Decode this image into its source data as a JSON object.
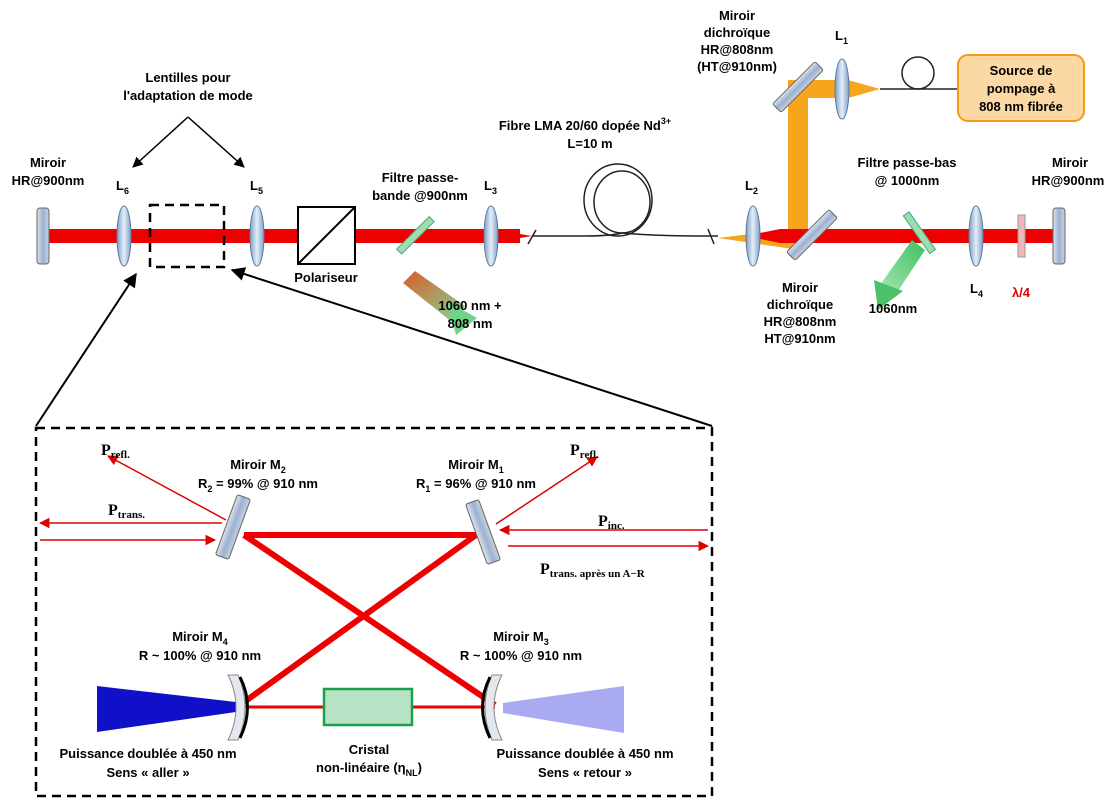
{
  "colors": {
    "beam": "#ee0000",
    "pump": "#f7a51c",
    "source_fill": "#fcd9a4",
    "source_stroke": "#f29a12",
    "lens": "#b8cfe6",
    "crystal_fill": "#b7e2c4",
    "crystal_stroke": "#1aa04a",
    "blue": "#1010c8",
    "light_blue": "#a9aaf2",
    "green": "#4fc06a"
  },
  "labels": {
    "lentilles_1": "Lentilles pour",
    "lentilles_2": "l'adaptation de mode",
    "miroir_left_1": "Miroir",
    "miroir_left_2": "HR@900nm",
    "l6": "L",
    "l6_sub": "6",
    "l5": "L",
    "l5_sub": "5",
    "polariseur": "Polariseur",
    "filtre_bande_1": "Filtre passe-",
    "filtre_bande_2": "bande @900nm",
    "l3": "L",
    "l3_sub": "3",
    "out_1060_808_1": "1060 nm +",
    "out_1060_808_2": "808 nm",
    "fibre_1": "Fibre LMA 20/60 dopée Nd",
    "fibre_1_sup": "3+",
    "fibre_2": "L=10 m",
    "l2": "L",
    "l2_sub": "2",
    "miroir_dich_top_1": "Miroir",
    "miroir_dich_top_2": "dichroïque",
    "miroir_dich_top_3": "HR@808nm",
    "miroir_dich_top_4": "(HT@910nm)",
    "l1": "L",
    "l1_sub": "1",
    "source_1": "Source de",
    "source_2": "pompage à",
    "source_3": "808 nm fibrée",
    "filtre_bas_1": "Filtre passe-bas",
    "filtre_bas_2": "@ 1000nm",
    "miroir_right_1": "Miroir",
    "miroir_right_2": "HR@900nm",
    "miroir_dich_bot_1": "Miroir",
    "miroir_dich_bot_2": "dichroïque",
    "miroir_dich_bot_3": "HR@808nm",
    "miroir_dich_bot_4": "HT@910nm",
    "out_1060": "1060nm",
    "l4": "L",
    "l4_sub": "4",
    "lambda4": "λ/4"
  },
  "cavity": {
    "p_refl_left": "P",
    "p_refl_left_sub": "refl.",
    "p_refl_right": "P",
    "p_refl_right_sub": "refl.",
    "p_trans": "P",
    "p_trans_sub": "trans.",
    "p_inc": "P",
    "p_inc_sub": "inc.",
    "p_trans_ar": "P",
    "p_trans_ar_sub": "trans. après un A−R",
    "m2_1": "Miroir M",
    "m2_sub": "2",
    "m2_2a": "R",
    "m2_2sub": "2",
    "m2_2b": " = 99% @ 910 nm",
    "m1_1": "Miroir M",
    "m1_sub": "1",
    "m1_2a": "R",
    "m1_2sub": "1",
    "m1_2b": " = 96% @ 910 nm",
    "m4_1": "Miroir M",
    "m4_sub": "4",
    "m4_2": "R ~ 100% @ 910 nm",
    "m3_1": "Miroir M",
    "m3_sub": "3",
    "m3_2": "R ~ 100% @ 910 nm",
    "cristal_1": "Cristal",
    "cristal_2": "non-linéaire (η",
    "cristal_2_sub": "NL",
    "cristal_2_end": ")",
    "aller_1": "Puissance doublée à 450 nm",
    "aller_2": "Sens « aller »",
    "retour_1": "Puissance doublée à 450 nm",
    "retour_2": "Sens « retour »"
  }
}
